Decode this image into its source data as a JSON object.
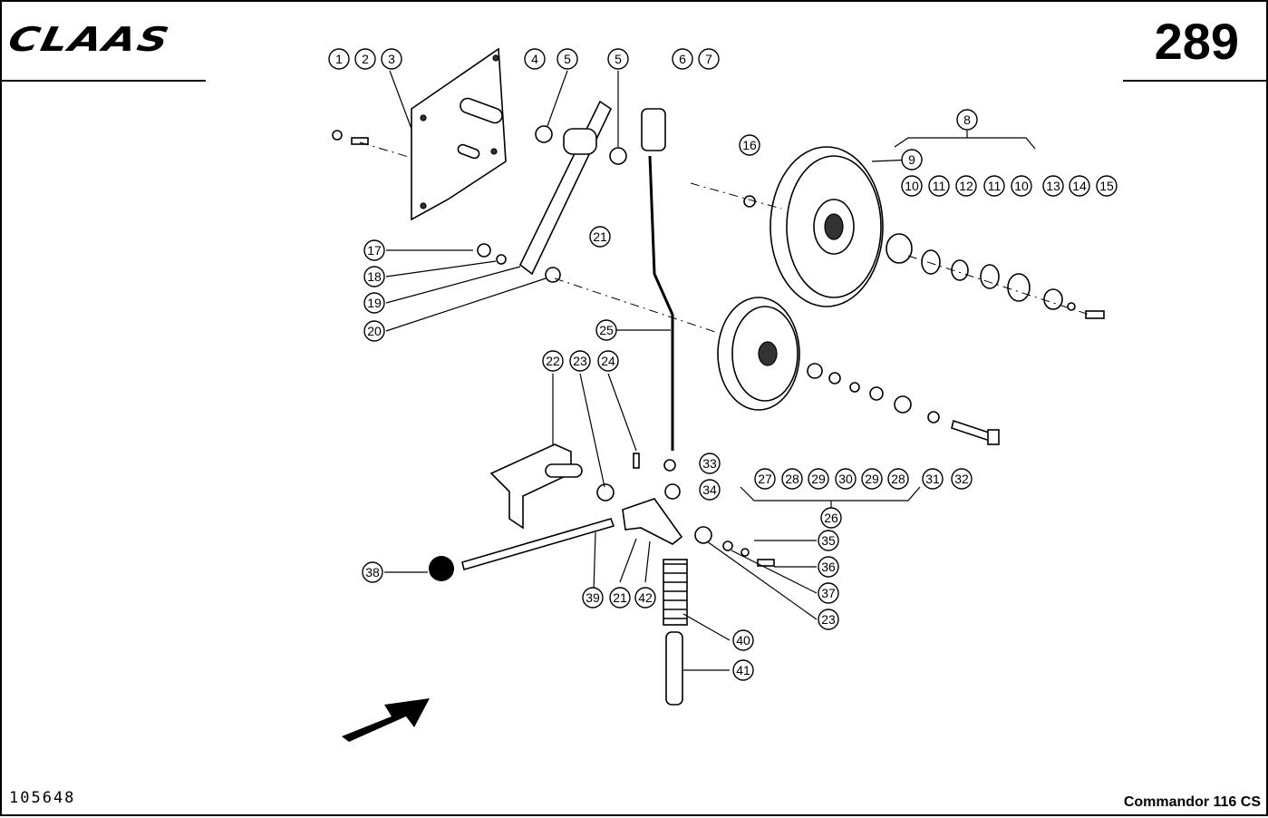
{
  "header": {
    "brand_logo": "CLAAS",
    "page_number": "289"
  },
  "footer": {
    "document_id": "105648",
    "model": "Commandor 116 CS"
  },
  "callouts": [
    "1",
    "2",
    "3",
    "4",
    "5",
    "5",
    "6",
    "7",
    "8",
    "9",
    "10",
    "11",
    "12",
    "11",
    "10",
    "13",
    "14",
    "15",
    "16",
    "17",
    "18",
    "19",
    "20",
    "21",
    "22",
    "23",
    "24",
    "25",
    "26",
    "27",
    "28",
    "29",
    "30",
    "29",
    "28",
    "31",
    "32",
    "33",
    "34",
    "35",
    "36",
    "37",
    "23",
    "38",
    "39",
    "21",
    "42",
    "40",
    "41"
  ]
}
